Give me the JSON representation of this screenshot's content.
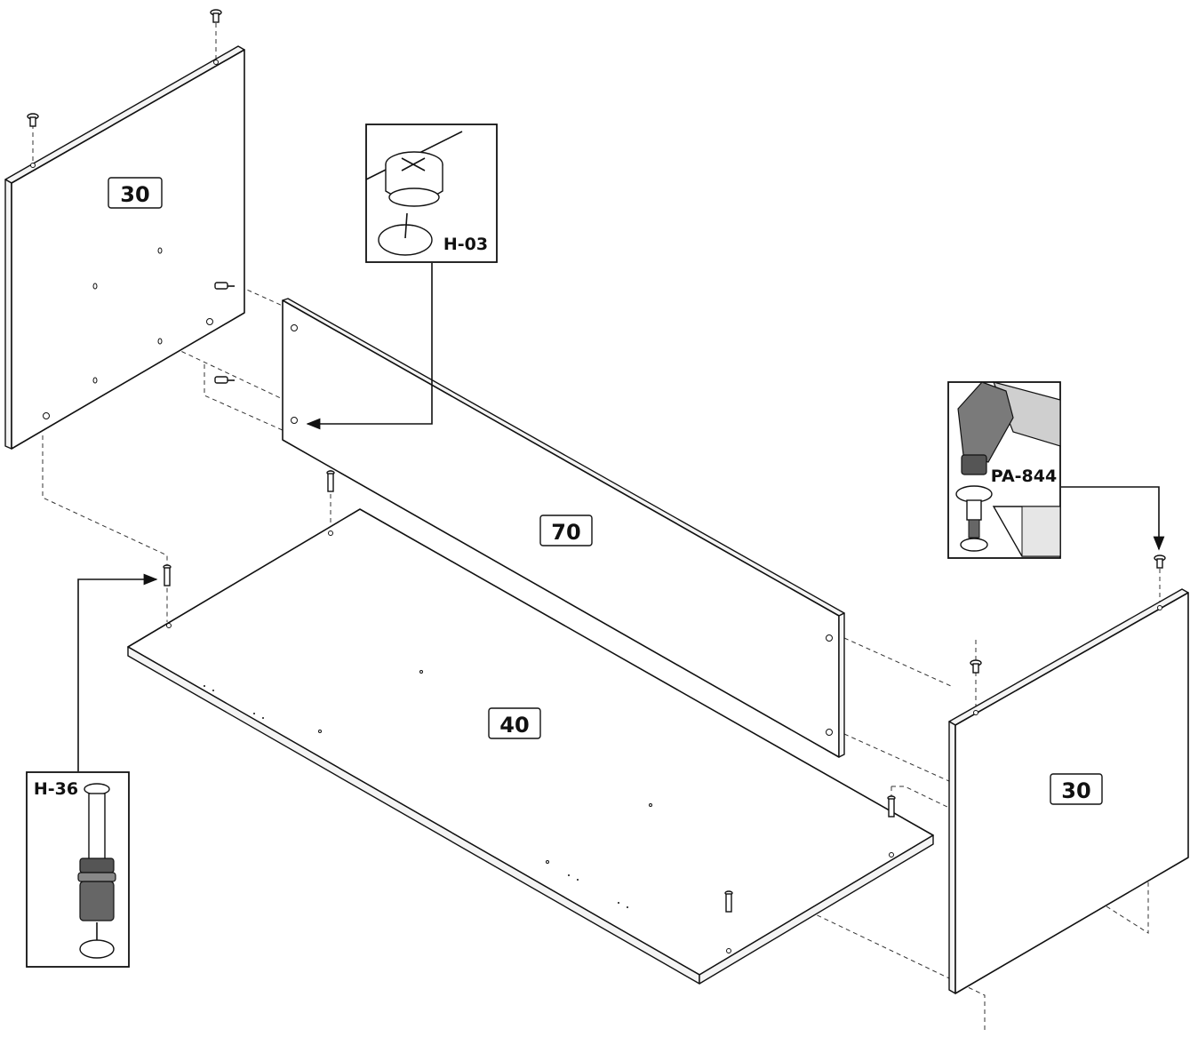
{
  "panels": {
    "left_side": "30",
    "back": "70",
    "bottom": "40",
    "right_side": "30"
  },
  "callouts": {
    "cam_lock": "H-03",
    "dowel_bolt": "H-36",
    "nail_screw": "PA-844"
  },
  "icons": {
    "cam_lock": "cam-lock-icon",
    "dowel_bolt": "cam-bolt-icon",
    "nail_screw": "hammer-icon",
    "screw": "screw-icon"
  }
}
